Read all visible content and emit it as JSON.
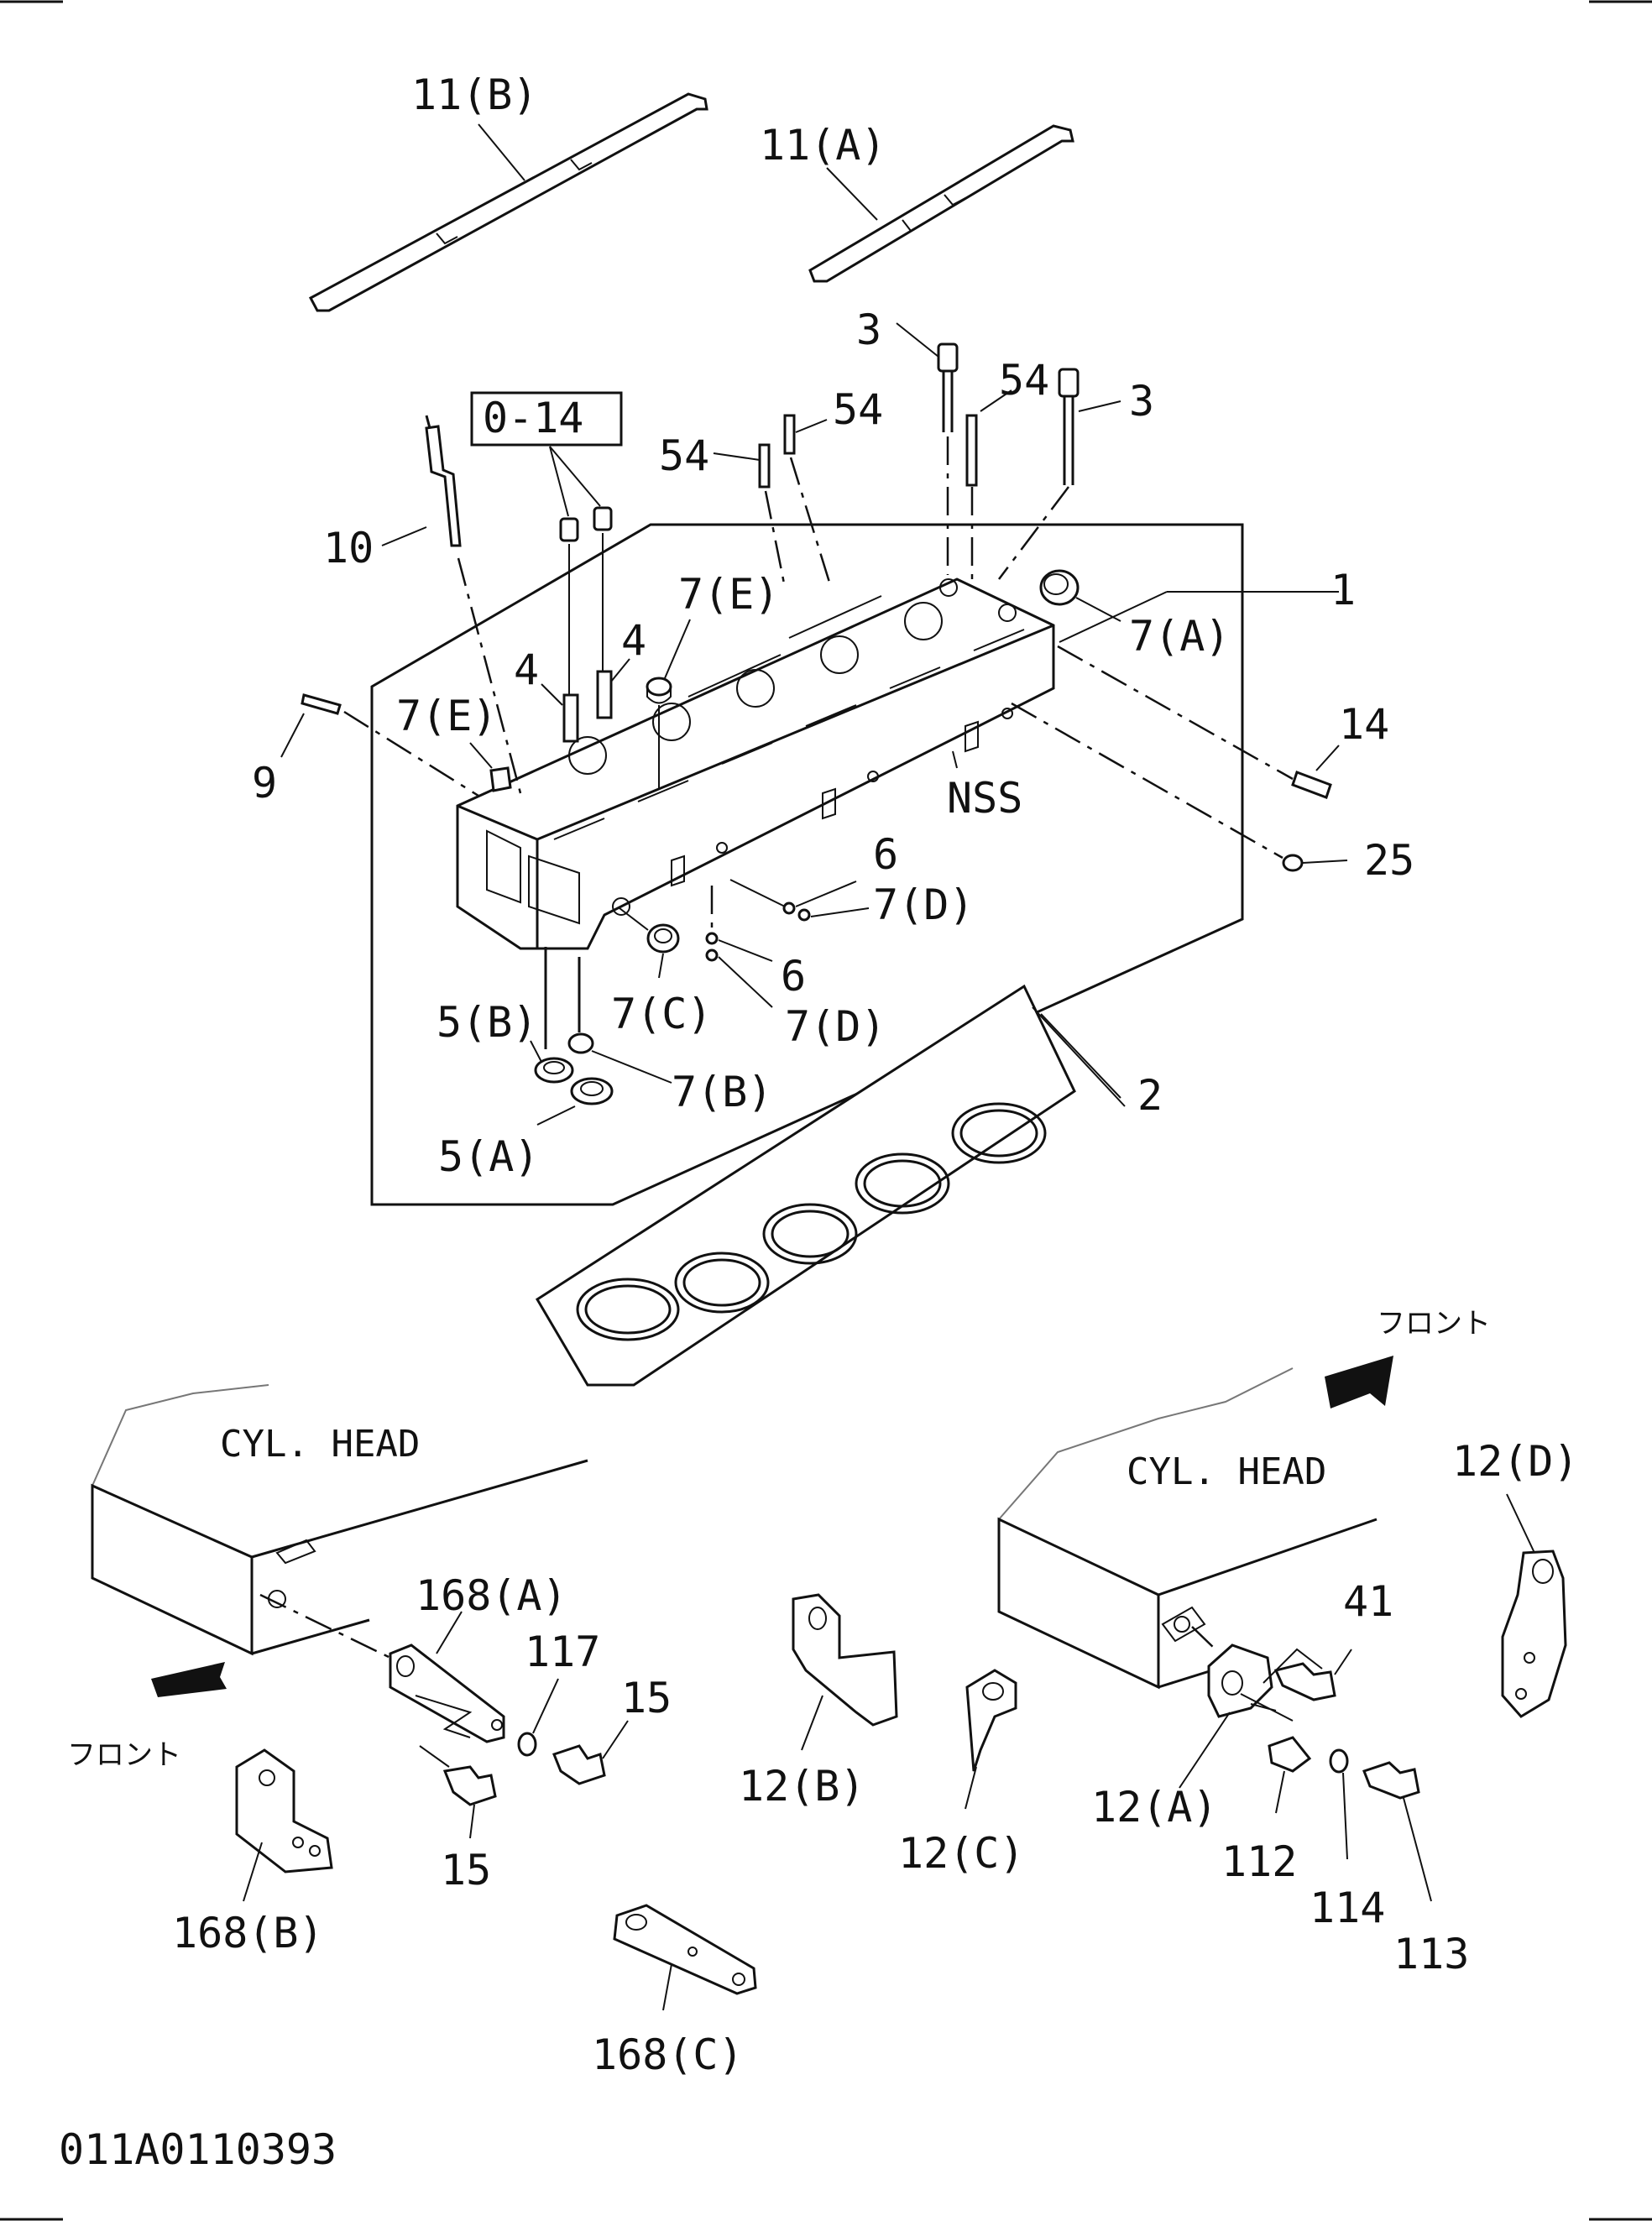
{
  "figure_code": "011A0110393",
  "callouts": {
    "p11b": "11(B)",
    "p11a": "11(A)",
    "p3a": "3",
    "p3b": "3",
    "p54a": "54",
    "p54b": "54",
    "p54c": "54",
    "box": "0-14",
    "p10": "10",
    "p7e1": "7(E)",
    "p7e2": "7(E)",
    "p4a": "4",
    "p4b": "4",
    "p1": "1",
    "p7a": "7(A)",
    "p9": "9",
    "p14": "14",
    "nss": "NSS",
    "p25": "25",
    "p6a": "6",
    "p7d1": "7(D)",
    "p6b": "6",
    "p7d2": "7(D)",
    "p7c": "7(C)",
    "p5b": "5(B)",
    "p7b": "7(B)",
    "p5a": "5(A)",
    "p2": "2",
    "p12d": "12(D)",
    "p41": "41",
    "p168a": "168(A)",
    "p117": "117",
    "p15a": "15",
    "p15b": "15",
    "p12b": "12(B)",
    "p12c": "12(C)",
    "p12a": "12(A)",
    "p112": "112",
    "p114": "114",
    "p113": "113",
    "p168b": "168(B)",
    "p168c": "168(C)"
  },
  "detail_left": {
    "head_label": "CYL. HEAD",
    "front_label": "フロント"
  },
  "detail_right": {
    "head_label": "CYL. HEAD",
    "front_label": "フロント"
  }
}
